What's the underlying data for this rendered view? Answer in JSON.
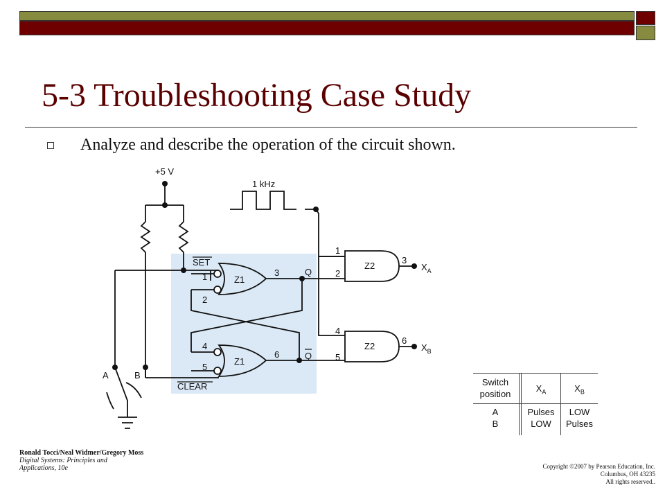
{
  "slide": {
    "title": "5-3 Troubleshooting Case Study",
    "bullet": "Analyze and describe the operation of the circuit shown."
  },
  "circuit": {
    "supply": "+5 V",
    "clock": "1 kHz",
    "set_label": "SET",
    "clear_label": "CLEAR",
    "gate_z1": "Z1",
    "gate_z2": "Z2",
    "q": "Q",
    "q_bar": "Q",
    "out_a": "X",
    "out_a_sub": "A",
    "out_b": "X",
    "out_b_sub": "B",
    "switch_a": "A",
    "switch_b": "B",
    "pins": {
      "z1_top_in_set": "1",
      "z1_top_in_fb": "2",
      "z1_top_out": "3",
      "z1_bot_in_fb": "4",
      "z1_bot_in_clr": "5",
      "z1_bot_out": "6",
      "z2_top_in_clk": "1",
      "z2_top_in_q": "2",
      "z2_top_out": "3",
      "z2_bot_in_clk": "4",
      "z2_bot_in_qbar": "5",
      "z2_bot_out": "6"
    }
  },
  "truth_table": {
    "h_switch_1": "Switch",
    "h_switch_2": "position",
    "h_xa": "X",
    "h_xa_sub": "A",
    "h_xb": "X",
    "h_xb_sub": "B",
    "row_a_pos": "A",
    "row_b_pos": "B",
    "row_a_xa": "Pulses",
    "row_b_xa": "LOW",
    "row_a_xb": "LOW",
    "row_b_xb": "Pulses"
  },
  "footer": {
    "authors": "Ronald Tocci/Neal Widmer/Gregory Moss",
    "book_line1": "Digital Systems: Principles and",
    "book_line2": "Applications, 10e",
    "copyright": "Copyright ©2007 by Pearson Education, Inc.",
    "address": "Columbus, OH 43235",
    "rights": "All rights reserved.."
  },
  "colors": {
    "title": "#5a0000",
    "bar_dark": "#6e0000",
    "bar_light": "#878b3f",
    "latch_highlight": "#dbe9f6"
  }
}
